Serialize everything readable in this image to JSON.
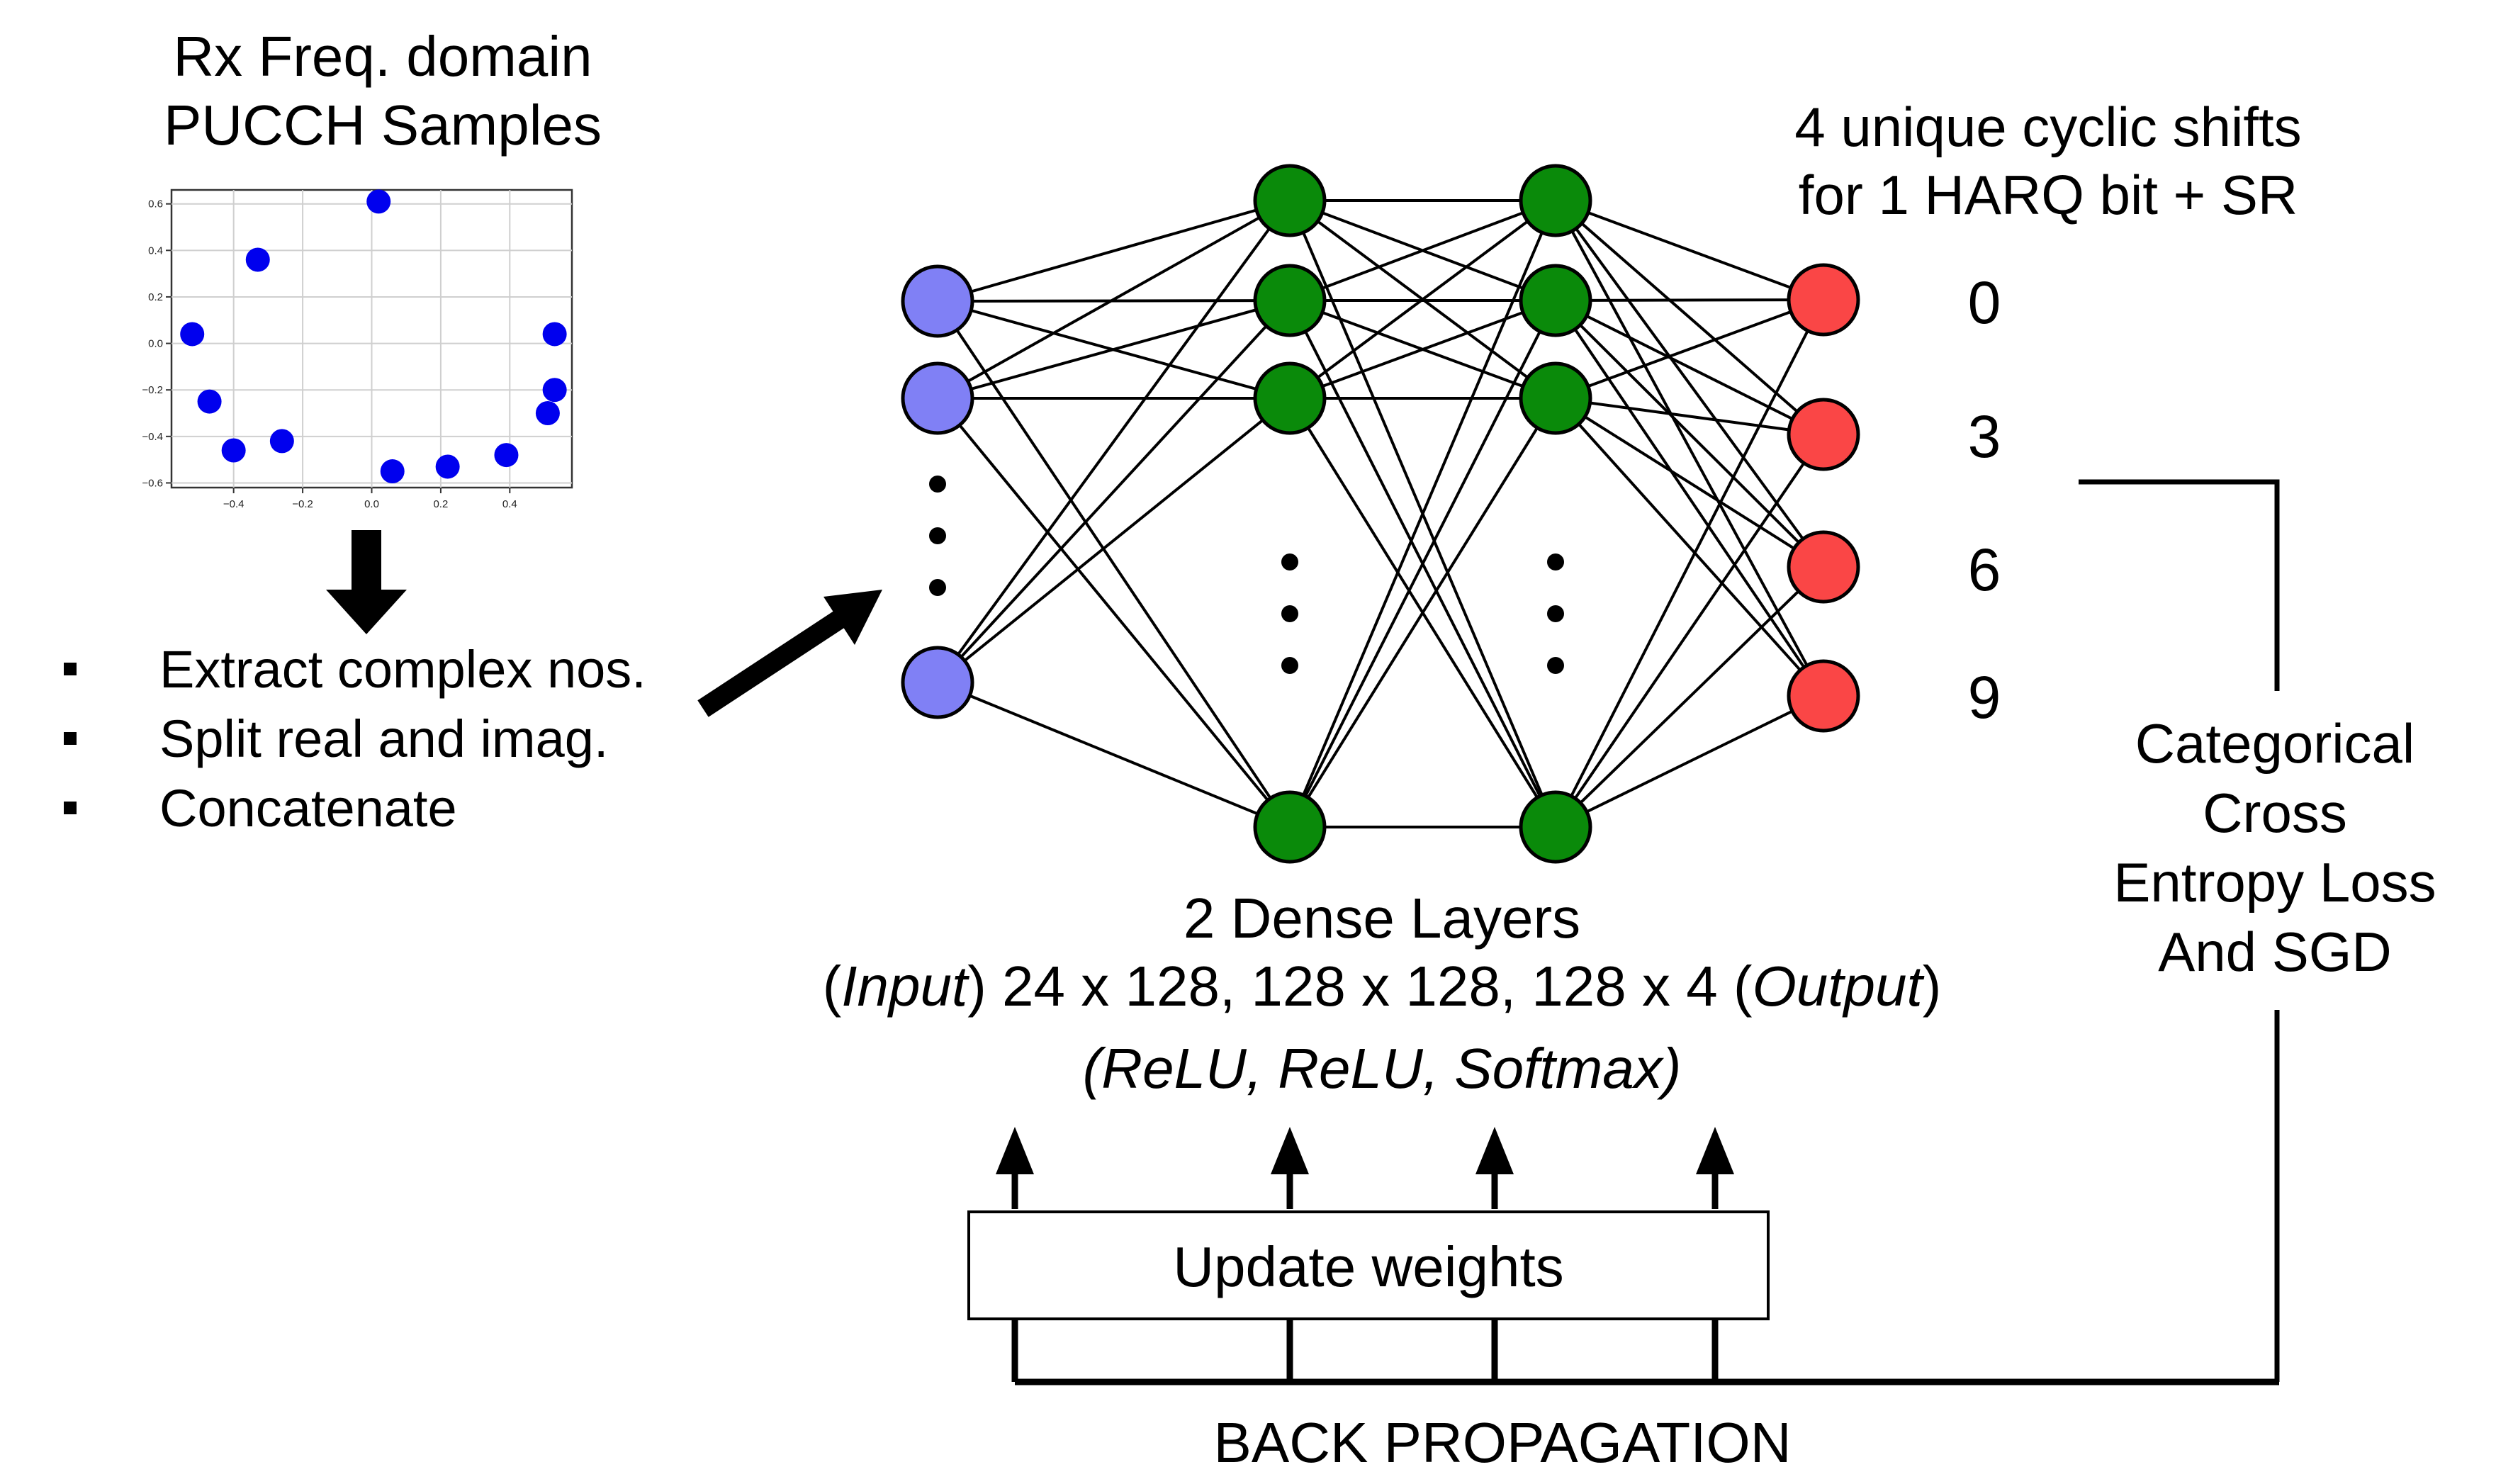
{
  "input_samples": {
    "title_line1": "Rx Freq. domain",
    "title_line2": "PUCCH Samples",
    "plot": {
      "x_ticks": [
        "−0.4",
        "−0.2",
        "0.0",
        "0.2",
        "0.4"
      ],
      "y_ticks": [
        "0.6",
        "0.4",
        "0.2",
        "0.0",
        "−0.2",
        "−0.4",
        "−0.6"
      ],
      "points": [
        {
          "x": 0.02,
          "y": 0.61
        },
        {
          "x": -0.33,
          "y": 0.36
        },
        {
          "x": -0.52,
          "y": 0.04
        },
        {
          "x": -0.47,
          "y": -0.25
        },
        {
          "x": -0.4,
          "y": -0.46
        },
        {
          "x": -0.26,
          "y": -0.42
        },
        {
          "x": 0.06,
          "y": -0.55
        },
        {
          "x": 0.22,
          "y": -0.53
        },
        {
          "x": 0.39,
          "y": -0.48
        },
        {
          "x": 0.51,
          "y": -0.3
        },
        {
          "x": 0.53,
          "y": -0.2
        },
        {
          "x": 0.53,
          "y": 0.04
        }
      ],
      "point_color": "#0000ee"
    }
  },
  "preprocessing": {
    "steps": [
      "Extract complex nos.",
      "Split real and imag.",
      "Concatenate"
    ]
  },
  "network": {
    "colors": {
      "input": "#8080f5",
      "hidden": "#0a8a0a",
      "output": "#fa4646"
    },
    "layers_label": "2 Dense Layers",
    "dims_parts": [
      {
        "text": "(",
        "italic": false
      },
      {
        "text": "Input",
        "italic": true
      },
      {
        "text": ") 24 x 128, 128 x 128, 128 x 4 (",
        "italic": false
      },
      {
        "text": "Output",
        "italic": true
      },
      {
        "text": ")",
        "italic": false
      }
    ],
    "activations": "(ReLU, ReLU, Softmax)"
  },
  "outputs": {
    "title_line1": "4 unique cyclic shifts",
    "title_line2": "for 1 HARQ bit + SR",
    "labels": [
      "0",
      "3",
      "6",
      "9"
    ]
  },
  "loss": {
    "lines": [
      "Categorical",
      "Cross",
      "Entropy Loss",
      "And SGD"
    ]
  },
  "update_weights": "Update weights",
  "back_propagation": "BACK PROPAGATION"
}
